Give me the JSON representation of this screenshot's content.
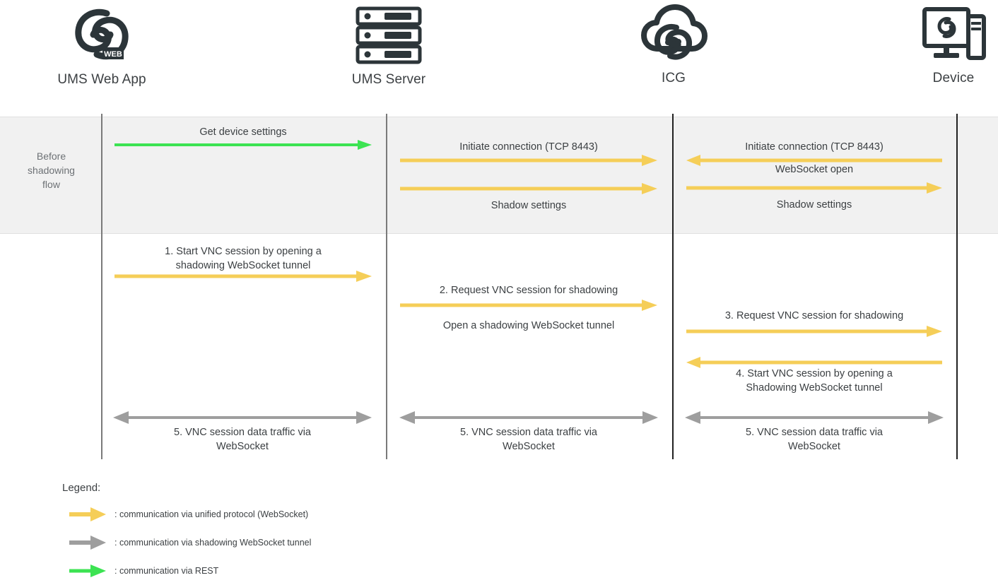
{
  "diagram": {
    "title": "Shadowing flow sequence diagram",
    "colors": {
      "unified_protocol": "#F5CE58",
      "shadowing_tunnel": "#9E9E9E",
      "rest": "#3CE352",
      "lifeline_dark": "#212121",
      "lifeline_gray": "#7A7A7A",
      "band_bg": "#F1F1F1",
      "band_border": "#E0E0E0",
      "text": "#3C4043",
      "muted_text": "#6D7175",
      "icon": "#2C3539"
    },
    "actors": [
      {
        "id": "ums-web-app",
        "name": "UMS Web App",
        "icon": "ums-web-app-logo-icon"
      },
      {
        "id": "ums-server",
        "name": "UMS Server",
        "icon": "server-rack-icon"
      },
      {
        "id": "icg",
        "name": "ICG",
        "icon": "cloud-gateway-icon"
      },
      {
        "id": "device",
        "name": "Device",
        "icon": "desktop-device-icon"
      }
    ],
    "band": {
      "label": "Before\nshadowing\nflow",
      "label_lines": [
        "Before",
        "shadowing",
        "flow"
      ]
    },
    "messages": [
      {
        "id": "m-get-device-settings",
        "label": "Get device settings",
        "from": "ums-web-app",
        "to": "ums-server",
        "direction": "right",
        "kind": "rest",
        "label_position": "above",
        "phase": "before-shadowing"
      },
      {
        "id": "m-initiate-connection-server",
        "label": "Initiate connection (TCP 8443)",
        "from": "ums-server",
        "to": "icg",
        "direction": "right",
        "kind": "unified-protocol",
        "label_position": "above",
        "phase": "before-shadowing"
      },
      {
        "id": "m-shadow-settings-server",
        "label": "Shadow settings",
        "from": "ums-server",
        "to": "icg",
        "direction": "right",
        "kind": "unified-protocol",
        "label_position": "below",
        "phase": "before-shadowing"
      },
      {
        "id": "m-initiate-connection-device",
        "label": "Initiate connection (TCP 8443)",
        "from": "device",
        "to": "icg",
        "direction": "left",
        "kind": "unified-protocol",
        "label_position": "above",
        "phase": "before-shadowing"
      },
      {
        "id": "m-websocket-open",
        "label": "WebSocket open",
        "from": "device",
        "to": "icg",
        "direction": "left",
        "kind": "unified-protocol",
        "label_position": "below",
        "phase": "before-shadowing"
      },
      {
        "id": "m-shadow-settings-device",
        "label": "Shadow settings",
        "from": "icg",
        "to": "device",
        "direction": "right",
        "kind": "unified-protocol",
        "label_position": "below",
        "phase": "before-shadowing"
      },
      {
        "id": "m-step-1",
        "step": "1.",
        "label": "1.   Start VNC session by opening a\nshadowing WebSocket tunnel",
        "from": "ums-web-app",
        "to": "ums-server",
        "direction": "right",
        "kind": "unified-protocol",
        "label_position": "above",
        "phase": "shadowing"
      },
      {
        "id": "m-step-2",
        "step": "2.",
        "label": "2.   Request VNC session for shadowing",
        "from": "ums-server",
        "to": "icg",
        "direction": "right",
        "kind": "unified-protocol",
        "label_position": "above",
        "phase": "shadowing"
      },
      {
        "id": "m-open-tunnel",
        "label": "Open a shadowing WebSocket tunnel",
        "from": "ums-server",
        "to": "icg",
        "direction": "none",
        "kind": "note",
        "label_position": "below",
        "phase": "shadowing"
      },
      {
        "id": "m-step-3",
        "step": "3.",
        "label": "3.   Request VNC session for shadowing",
        "from": "icg",
        "to": "device",
        "direction": "right",
        "kind": "unified-protocol",
        "label_position": "above",
        "phase": "shadowing"
      },
      {
        "id": "m-step-4",
        "step": "4.",
        "label": "4.   Start VNC session by opening a\nShadowing WebSocket tunnel",
        "from": "device",
        "to": "icg",
        "direction": "left",
        "kind": "unified-protocol",
        "label_position": "below",
        "phase": "shadowing"
      },
      {
        "id": "m-step-5-a",
        "step": "5.",
        "label": "5.   VNC session data traffic via\nWebSocket",
        "from": "ums-web-app",
        "to": "ums-server",
        "direction": "both",
        "kind": "shadowing-tunnel",
        "label_position": "below",
        "phase": "shadowing"
      },
      {
        "id": "m-step-5-b",
        "step": "5.",
        "label": "5.   VNC session data traffic via\nWebSocket",
        "from": "ums-server",
        "to": "icg",
        "direction": "both",
        "kind": "shadowing-tunnel",
        "label_position": "below",
        "phase": "shadowing"
      },
      {
        "id": "m-step-5-c",
        "step": "5.",
        "label": "5.   VNC session data traffic via\nWebSocket",
        "from": "icg",
        "to": "device",
        "direction": "both",
        "kind": "shadowing-tunnel",
        "label_position": "below",
        "phase": "shadowing"
      }
    ],
    "legend": {
      "title": "Legend:",
      "items": [
        {
          "id": "legend-unified-protocol",
          "color_key": "unified_protocol",
          "text": ": communication via unified protocol (WebSocket)"
        },
        {
          "id": "legend-shadowing-tunnel",
          "color_key": "shadowing_tunnel",
          "text": ": communication via shadowing WebSocket tunnel"
        },
        {
          "id": "legend-rest",
          "color_key": "rest",
          "text": ": communication via REST"
        }
      ]
    }
  }
}
